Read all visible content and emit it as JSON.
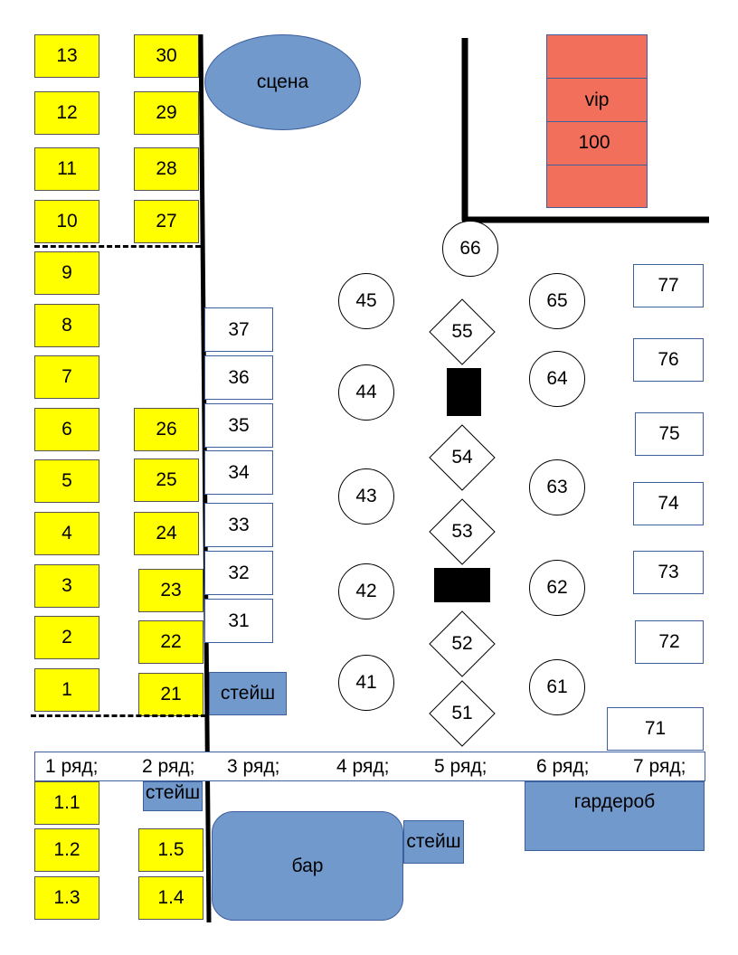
{
  "row1": [
    "13",
    "12",
    "11",
    "10",
    "9",
    "8",
    "7",
    "6",
    "5",
    "4",
    "3",
    "2",
    "1"
  ],
  "row2": [
    "30",
    "29",
    "28",
    "27",
    "26",
    "25",
    "24",
    "23",
    "22",
    "21"
  ],
  "row3": [
    "37",
    "36",
    "35",
    "34",
    "33",
    "32",
    "31"
  ],
  "row4": [
    "45",
    "44",
    "43",
    "42",
    "41"
  ],
  "row5": [
    "55",
    "54",
    "53",
    "52",
    "51"
  ],
  "row6": [
    "66",
    "65",
    "64",
    "63",
    "62",
    "61"
  ],
  "row7": [
    "77",
    "76",
    "75",
    "74",
    "73",
    "72",
    "71"
  ],
  "stage": "сцена",
  "vip": {
    "label": "vip",
    "number": "100"
  },
  "stand_top": "стейш",
  "stand_bottom_left": "стейш",
  "stand_bar": "стейш",
  "bar": "бар",
  "wardrobe": "гардероб",
  "lower_tables": [
    "1.1",
    "1.2",
    "1.3",
    "1.5",
    "1.4"
  ],
  "row_labels": [
    "1 ряд;",
    "2 ряд;",
    "3 ряд;",
    "4 ряд;",
    "5 ряд;",
    "6 ряд;",
    "7 ряд;"
  ],
  "colors": {
    "table_yellow": "#ffff00",
    "zone_blue": "#7199cc",
    "vip_red": "#f2705b",
    "outline_blue": "#3d5f9e"
  }
}
